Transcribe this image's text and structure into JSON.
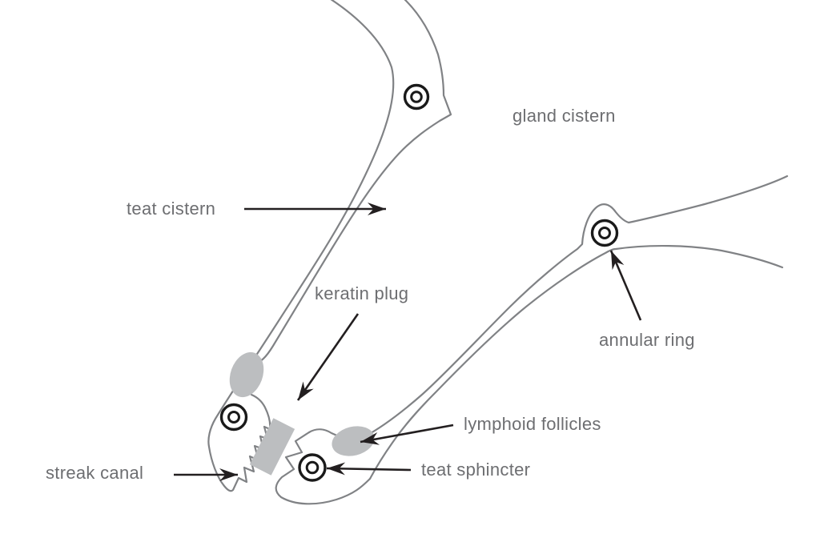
{
  "figure": {
    "type": "anatomical-line-diagram",
    "background": "#ffffff",
    "labels": {
      "gland_cistern": "gland cistern",
      "teat_cistern": "teat cistern",
      "keratin_plug": "keratin plug",
      "annular_ring": "annular ring",
      "lymphoid_follicles": "lymphoid follicles",
      "streak_canal": "streak canal",
      "teat_sphincter": "teat sphincter"
    },
    "symbols": {
      "ring_marker": "double-circle"
    },
    "colors": {
      "outline": "#808285",
      "label_text": "#6d6e71",
      "arrow": "#231f20",
      "structure_fill": "#bcbec0",
      "ring_symbol": "#1a1a1a",
      "background": "#ffffff"
    }
  }
}
